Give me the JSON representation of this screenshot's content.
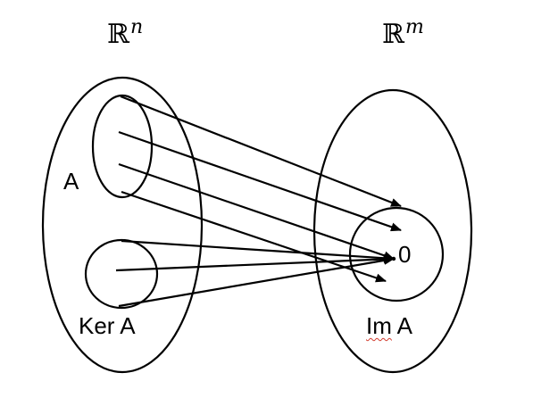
{
  "domain_space": {
    "symbol": "ℝ",
    "exponent": "n"
  },
  "codomain_space": {
    "symbol": "ℝ",
    "exponent": "m"
  },
  "labels": {
    "set_a": "A",
    "kernel": "Ker A",
    "image_prefix": "Im",
    "image_suffix": " A",
    "zero": "0"
  },
  "colors": {
    "stroke": "#000000",
    "spellcheck_underline": "#d23b2e"
  }
}
